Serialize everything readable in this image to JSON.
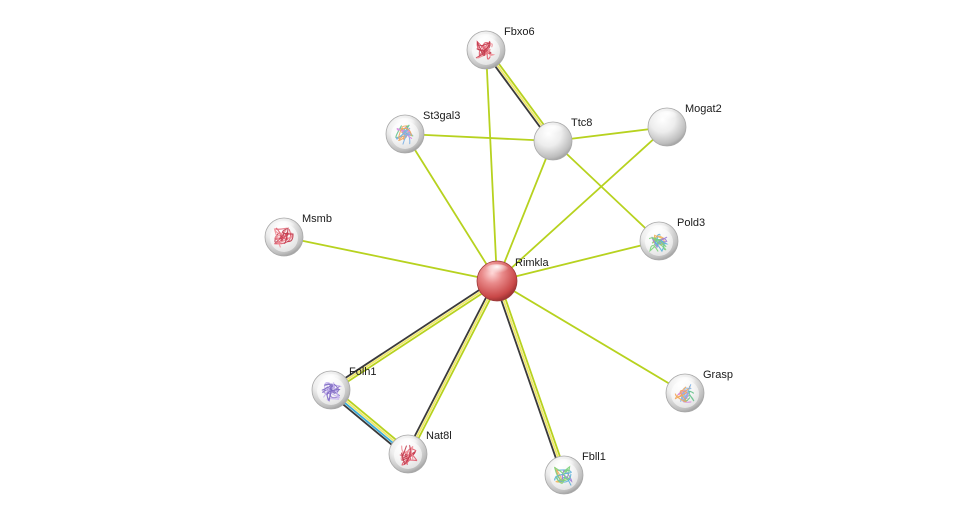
{
  "colors": {
    "center_node": "#d9534f",
    "neighbor_node": "#e9e9e9",
    "edge_textmining": "#b7d21f",
    "edge_coexpression": "#3a3a3a",
    "edge_database": "#3aa9d6",
    "edge_experiment": "#f1e86a"
  },
  "center": "Rimkla",
  "nodes": [
    {
      "id": "Rimkla",
      "label": "Rimkla",
      "role": "query",
      "has_structure": false
    },
    {
      "id": "Fbxo6",
      "label": "Fbxo6",
      "role": "neighbor",
      "has_structure": true,
      "structure_icon": "protein-structure-icon"
    },
    {
      "id": "Ttc8",
      "label": "Ttc8",
      "role": "neighbor",
      "has_structure": false
    },
    {
      "id": "St3gal3",
      "label": "St3gal3",
      "role": "neighbor",
      "has_structure": true,
      "structure_icon": "protein-structure-icon"
    },
    {
      "id": "Mogat2",
      "label": "Mogat2",
      "role": "neighbor",
      "has_structure": false
    },
    {
      "id": "Msmb",
      "label": "Msmb",
      "role": "neighbor",
      "has_structure": true,
      "structure_icon": "protein-structure-icon"
    },
    {
      "id": "Pold3",
      "label": "Pold3",
      "role": "neighbor",
      "has_structure": true,
      "structure_icon": "protein-structure-icon"
    },
    {
      "id": "Grasp",
      "label": "Grasp",
      "role": "neighbor",
      "has_structure": true,
      "structure_icon": "protein-structure-icon"
    },
    {
      "id": "Folh1",
      "label": "Folh1",
      "role": "neighbor",
      "has_structure": true,
      "structure_icon": "protein-structure-icon"
    },
    {
      "id": "Nat8l",
      "label": "Nat8l",
      "role": "neighbor",
      "has_structure": true,
      "structure_icon": "protein-structure-icon"
    },
    {
      "id": "Fbll1",
      "label": "Fbll1",
      "role": "neighbor",
      "has_structure": true,
      "structure_icon": "protein-structure-icon"
    }
  ],
  "edges": [
    {
      "from": "Rimkla",
      "to": "Fbxo6",
      "evidence": [
        "textmining"
      ]
    },
    {
      "from": "Rimkla",
      "to": "Ttc8",
      "evidence": [
        "textmining"
      ]
    },
    {
      "from": "Rimkla",
      "to": "St3gal3",
      "evidence": [
        "textmining"
      ]
    },
    {
      "from": "Rimkla",
      "to": "Mogat2",
      "evidence": [
        "textmining"
      ]
    },
    {
      "from": "Rimkla",
      "to": "Msmb",
      "evidence": [
        "textmining"
      ]
    },
    {
      "from": "Rimkla",
      "to": "Pold3",
      "evidence": [
        "textmining"
      ]
    },
    {
      "from": "Rimkla",
      "to": "Grasp",
      "evidence": [
        "textmining"
      ]
    },
    {
      "from": "Rimkla",
      "to": "Folh1",
      "evidence": [
        "textmining",
        "experiment",
        "coexpression"
      ]
    },
    {
      "from": "Rimkla",
      "to": "Nat8l",
      "evidence": [
        "textmining",
        "experiment",
        "coexpression"
      ]
    },
    {
      "from": "Rimkla",
      "to": "Fbll1",
      "evidence": [
        "textmining",
        "experiment",
        "coexpression"
      ]
    },
    {
      "from": "Fbxo6",
      "to": "Ttc8",
      "evidence": [
        "textmining",
        "experiment",
        "coexpression"
      ]
    },
    {
      "from": "Ttc8",
      "to": "St3gal3",
      "evidence": [
        "textmining"
      ]
    },
    {
      "from": "Ttc8",
      "to": "Mogat2",
      "evidence": [
        "textmining"
      ]
    },
    {
      "from": "Ttc8",
      "to": "Pold3",
      "evidence": [
        "textmining"
      ]
    },
    {
      "from": "Folh1",
      "to": "Nat8l",
      "evidence": [
        "textmining",
        "experiment",
        "database",
        "coexpression"
      ]
    }
  ]
}
